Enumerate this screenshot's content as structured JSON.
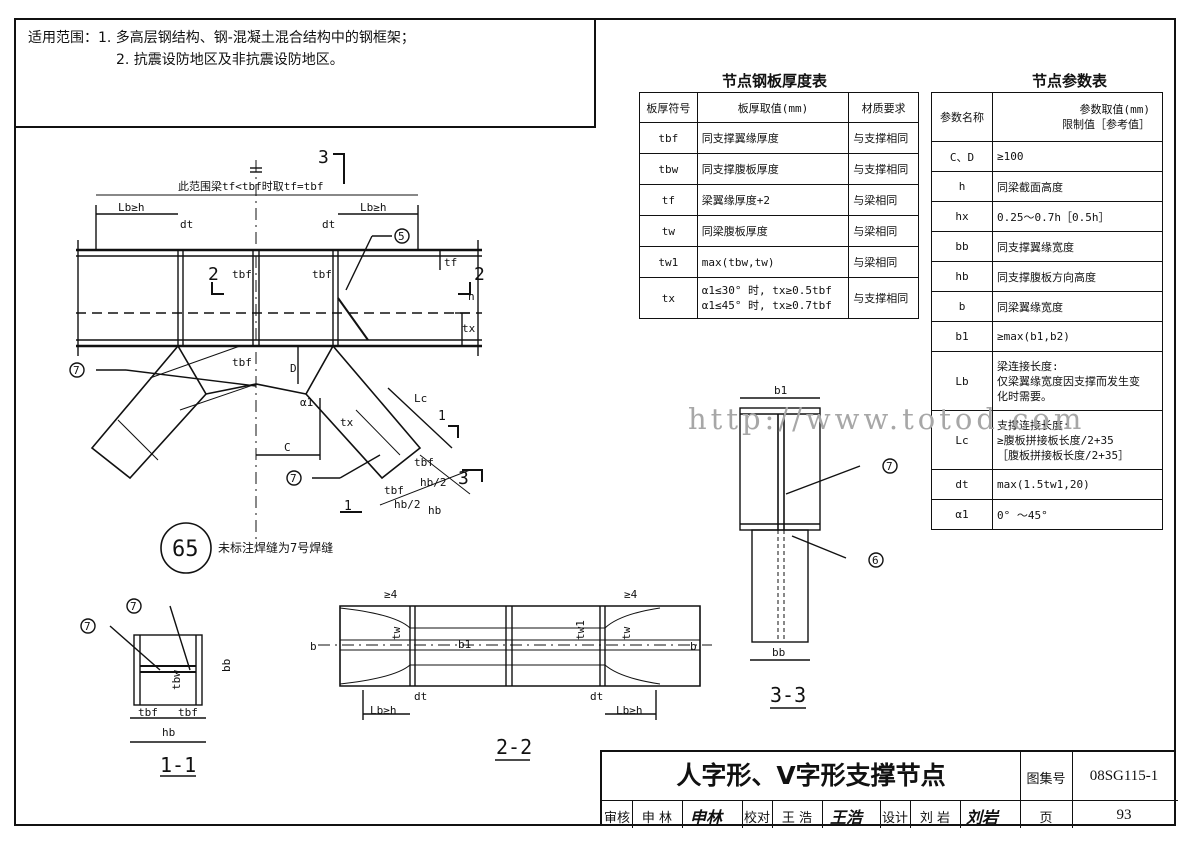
{
  "scope": {
    "line1": "适用范围：1. 多高层钢结构、钢-混凝土混合结构中的钢框架；",
    "line2": "2. 抗震设防地区及非抗震设防地区。"
  },
  "plate_table": {
    "title": "节点钢板厚度表",
    "headers": [
      "板厚符号",
      "板厚取值(mm)",
      "材质要求"
    ],
    "rows": [
      {
        "sym": "tbf",
        "value": "同支撑翼缘厚度",
        "material": "与支撑相同"
      },
      {
        "sym": "tbw",
        "value": "同支撑腹板厚度",
        "material": "与支撑相同"
      },
      {
        "sym": "tf",
        "value": "梁翼缘厚度+2",
        "material": "与梁相同"
      },
      {
        "sym": "tw",
        "value": "同梁腹板厚度",
        "material": "与梁相同"
      },
      {
        "sym": "tw1",
        "value": "max(tbw,tw)",
        "material": "与梁相同"
      },
      {
        "sym": "tx",
        "value": "α1≤30° 时, tx≥0.5tbf",
        "value2": "α1≤45° 时, tx≥0.7tbf",
        "material": "与支撑相同"
      }
    ]
  },
  "param_table": {
    "title": "节点参数表",
    "header_name": "参数名称",
    "header_value1": "参数取值(mm)",
    "header_value2": "限制值［参考值］",
    "rows": [
      {
        "name": "C、D",
        "value": "≥100"
      },
      {
        "name": "h",
        "value": "同梁截面高度"
      },
      {
        "name": "hx",
        "value": "0.25～0.7h［0.5h］"
      },
      {
        "name": "bb",
        "value": "同支撑翼缘宽度"
      },
      {
        "name": "hb",
        "value": "同支撑腹板方向高度"
      },
      {
        "name": "b",
        "value": "同梁翼缘宽度"
      },
      {
        "name": "b1",
        "value": "≥max(b1,b2)"
      },
      {
        "name": "Lb",
        "value": "梁连接长度:",
        "value2": "仅梁翼缘宽度因支撑而发生变",
        "value3": "化时需要。"
      },
      {
        "name": "Lc",
        "value": "支撑连接长度:",
        "value2": "≥腹板拼接板长度/2+35",
        "value3": "［腹板拼接板长度/2+35］"
      },
      {
        "name": "dt",
        "value": "max(1.5tw1,20)"
      },
      {
        "name": "α1",
        "value": "0° ～45°"
      }
    ]
  },
  "drawing": {
    "note_range": "此范围梁tf<tbf时取tf=tbf",
    "note_weld": "未标注焊缝为7号焊缝",
    "node_number": "65",
    "section_1": "1-1",
    "section_2": "2-2",
    "section_3": "3-3",
    "labels": {
      "Lb_ge_h": "Lb≥h",
      "dt": "dt",
      "tbf": "tbf",
      "tbw": "tbw",
      "tf": "tf",
      "tx": "tx",
      "tw": "tw",
      "tw1": "tw1",
      "h": "h",
      "b": "b",
      "b1": "b1",
      "bb": "bb",
      "hb": "hb",
      "hb_half": "hb/2",
      "C": "C",
      "D": "D",
      "Lc": "Lc",
      "a1": "α1",
      "ge4": "≥4",
      "mark2": "2",
      "mark3": "3",
      "mark1": "1",
      "weld5": "5",
      "weld6": "6",
      "weld7": "7"
    }
  },
  "watermark": "http://www.totod.com",
  "title_block": {
    "title": "人字形、V字形支撑节点",
    "atlas_label": "图集号",
    "atlas_no": "08SG115-1",
    "review_label": "审核",
    "reviewer": "申 林",
    "reviewer_sig": "申林",
    "check_label": "校对",
    "checker": "王 浩",
    "checker_sig": "王浩",
    "design_label": "设计",
    "designer": "刘 岩",
    "designer_sig": "刘岩",
    "page_label": "页",
    "page_no": "93"
  }
}
